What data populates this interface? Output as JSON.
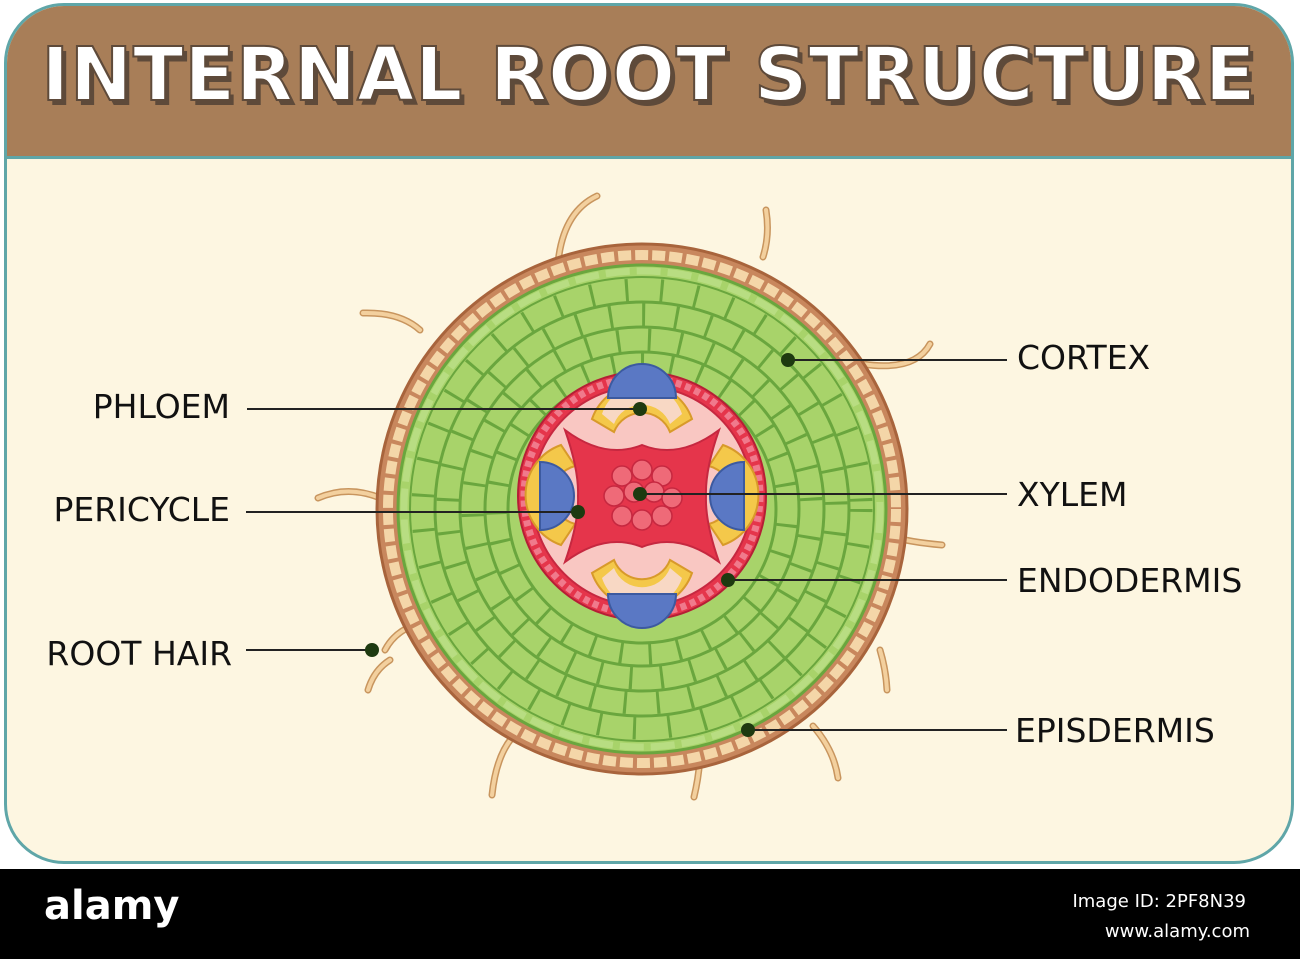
{
  "title": "INTERNAL ROOT STRUCTURE",
  "labels": {
    "phloem": "PHLOEM",
    "pericycle": "PERICYCLE",
    "root_hair": "ROOT HAIR",
    "cortex": "CORTEX",
    "xylem": "XYLEM",
    "endodermis": "ENDODERMIS",
    "episdermis": "EPISDERMIS"
  },
  "footer": {
    "brand": "alamy",
    "image_id": "Image ID: 2PF8N39",
    "url": "www.alamy.com"
  },
  "colors": {
    "header": "#a87e58",
    "card_background": "#fdf6e1",
    "card_border": "#5fa6a8",
    "epidermis": "#d9a577",
    "cortex": "#a8d36a",
    "endodermis": "#e5354b",
    "xylem": "#e5354b",
    "phloem": "#5a78c4",
    "root_hair": "#f0c894",
    "marker": "#1e3a10"
  }
}
